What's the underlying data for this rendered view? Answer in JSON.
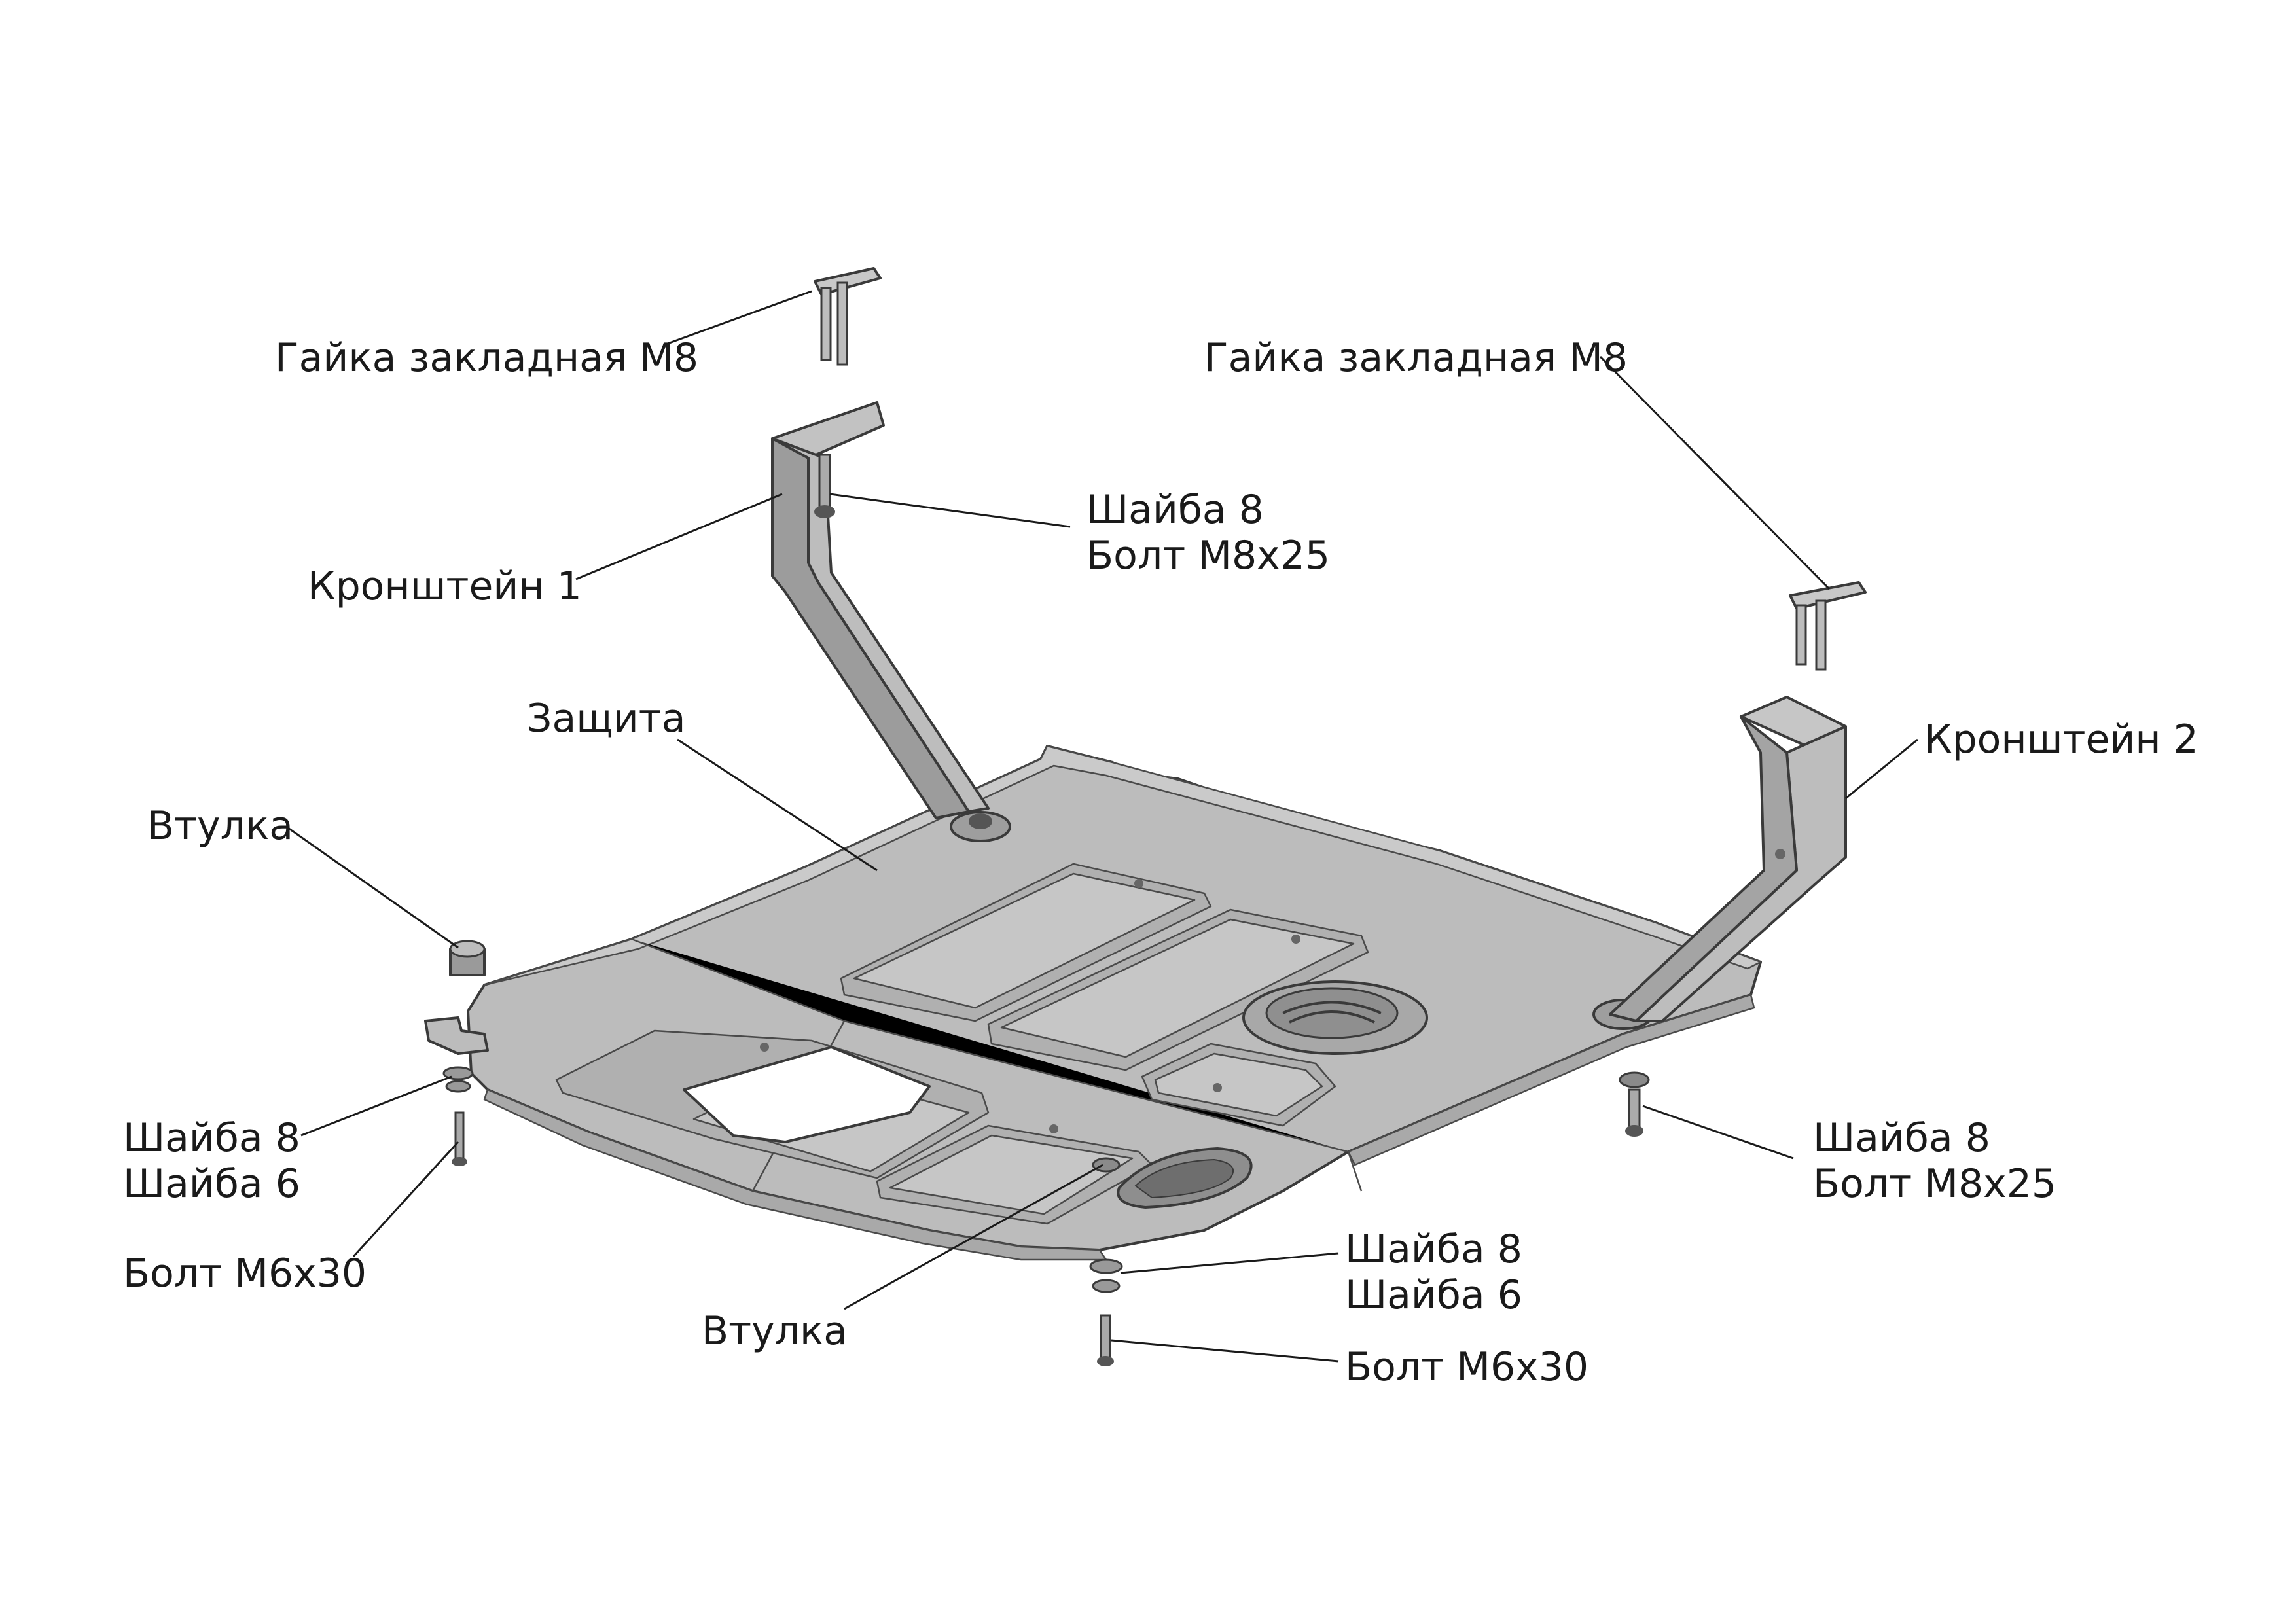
{
  "labels": {
    "nut_left": "Гайка закладная М8",
    "nut_right": "Гайка закладная М8",
    "washer_bolt_top_line1": "Шайба 8",
    "washer_bolt_top_line2": "Болт М8х25",
    "bracket1": "Кронштейн 1",
    "bracket2": "Кронштейн 2",
    "guard": "Защита",
    "bushing_left": "Втулка",
    "bushing_bottom": "Втулка",
    "washers_left_line1": "Шайба 8",
    "washers_left_line2": "Шайба 6",
    "bolt_left": "Болт М6х30",
    "washer_bolt_right_line1": "Шайба 8",
    "washer_bolt_right_line2": "Болт М8х25",
    "washers_bottom_line1": "Шайба 8",
    "washers_bottom_line2": "Шайба 6",
    "bolt_bottom": "Болт М6х30"
  },
  "colors": {
    "plate_fill": "#b9b9b9",
    "plate_top": "#c8c8c8",
    "bracket_fill": "#bdbdbd",
    "outline": "#3a3a3a",
    "text": "#1a1a1a"
  }
}
